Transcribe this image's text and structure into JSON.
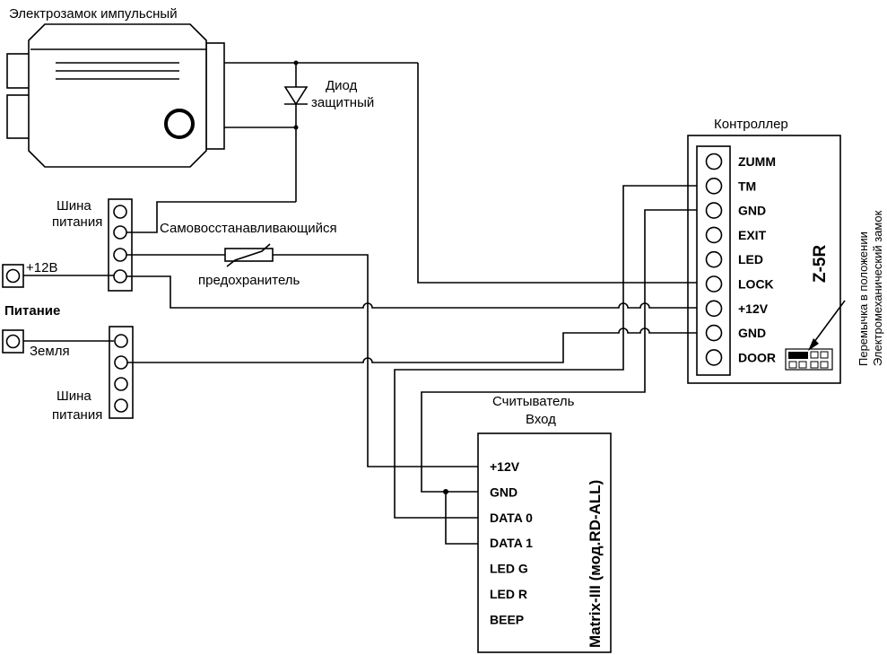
{
  "lock": {
    "title": "Электрозамок импульсный"
  },
  "diode": {
    "line1": "Диод",
    "line2": "защитный"
  },
  "controller": {
    "title": "Контроллер",
    "model": "Z-5R",
    "terminals": [
      "ZUMM",
      "TM",
      "GND",
      "EXIT",
      "LED",
      "LOCK",
      "+12V",
      "GND",
      "DOOR"
    ],
    "jumper_note_line1": "Перемычка в положении",
    "jumper_note_line2": "Электромеханический замок"
  },
  "power": {
    "label": "Питание",
    "plus_label": "+12В",
    "ground_label": "Земля",
    "bus_top_line1": "Шина",
    "bus_top_line2": "питания",
    "bus_bottom_line1": "Шина",
    "bus_bottom_line2": "питания"
  },
  "fuse": {
    "line1": "Самовосстанавливающийся",
    "line2": "предохранитель"
  },
  "reader": {
    "title_line1": "Считыватель",
    "title_line2": "Вход",
    "model": "Matrix-III (мод.RD-ALL)",
    "pins": [
      "+12V",
      "GND",
      "DATA 0",
      "DATA 1",
      "LED G",
      "LED R",
      "BEEP"
    ]
  }
}
